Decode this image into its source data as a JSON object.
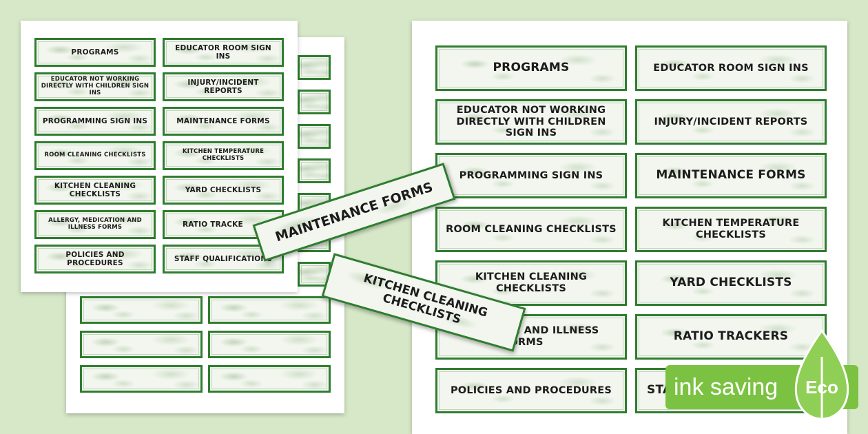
{
  "labels": {
    "programs": "PROGRAMS",
    "educator_room": "EDUCATOR ROOM SIGN INS",
    "educator_not_working": "EDUCATOR NOT WORKING DIRECTLY WITH CHILDREN SIGN INS",
    "injury": "INJURY/INCIDENT REPORTS",
    "programming": "PROGRAMMING SIGN INS",
    "maintenance": "MAINTENANCE FORMS",
    "room_cleaning": "ROOM CLEANING CHECKLISTS",
    "kitchen_temp": "KITCHEN TEMPERATURE CHECKLISTS",
    "kitchen_cleaning": "KITCHEN CLEANING CHECKLISTS",
    "yard": "YARD CHECKLISTS",
    "allergy": "ALLERGY, MEDICATION AND ILLNESS FORMS",
    "ratio": "RATIO TRACKERS",
    "policies": "POLICIES AND PROCEDURES",
    "staff": "STAFF QUALIFICATIONS",
    "ratio_partial": "RATIO TRACKE",
    "allergy_partial": "...EDICATION AND ILLNESS FORMS",
    "staff_partial": "STA"
  },
  "eco_badge": {
    "text": "ink saving",
    "word": "Eco",
    "color": "#7cc242"
  },
  "colors": {
    "background": "#d6e8c8",
    "label_border": "#2f7d2f"
  }
}
